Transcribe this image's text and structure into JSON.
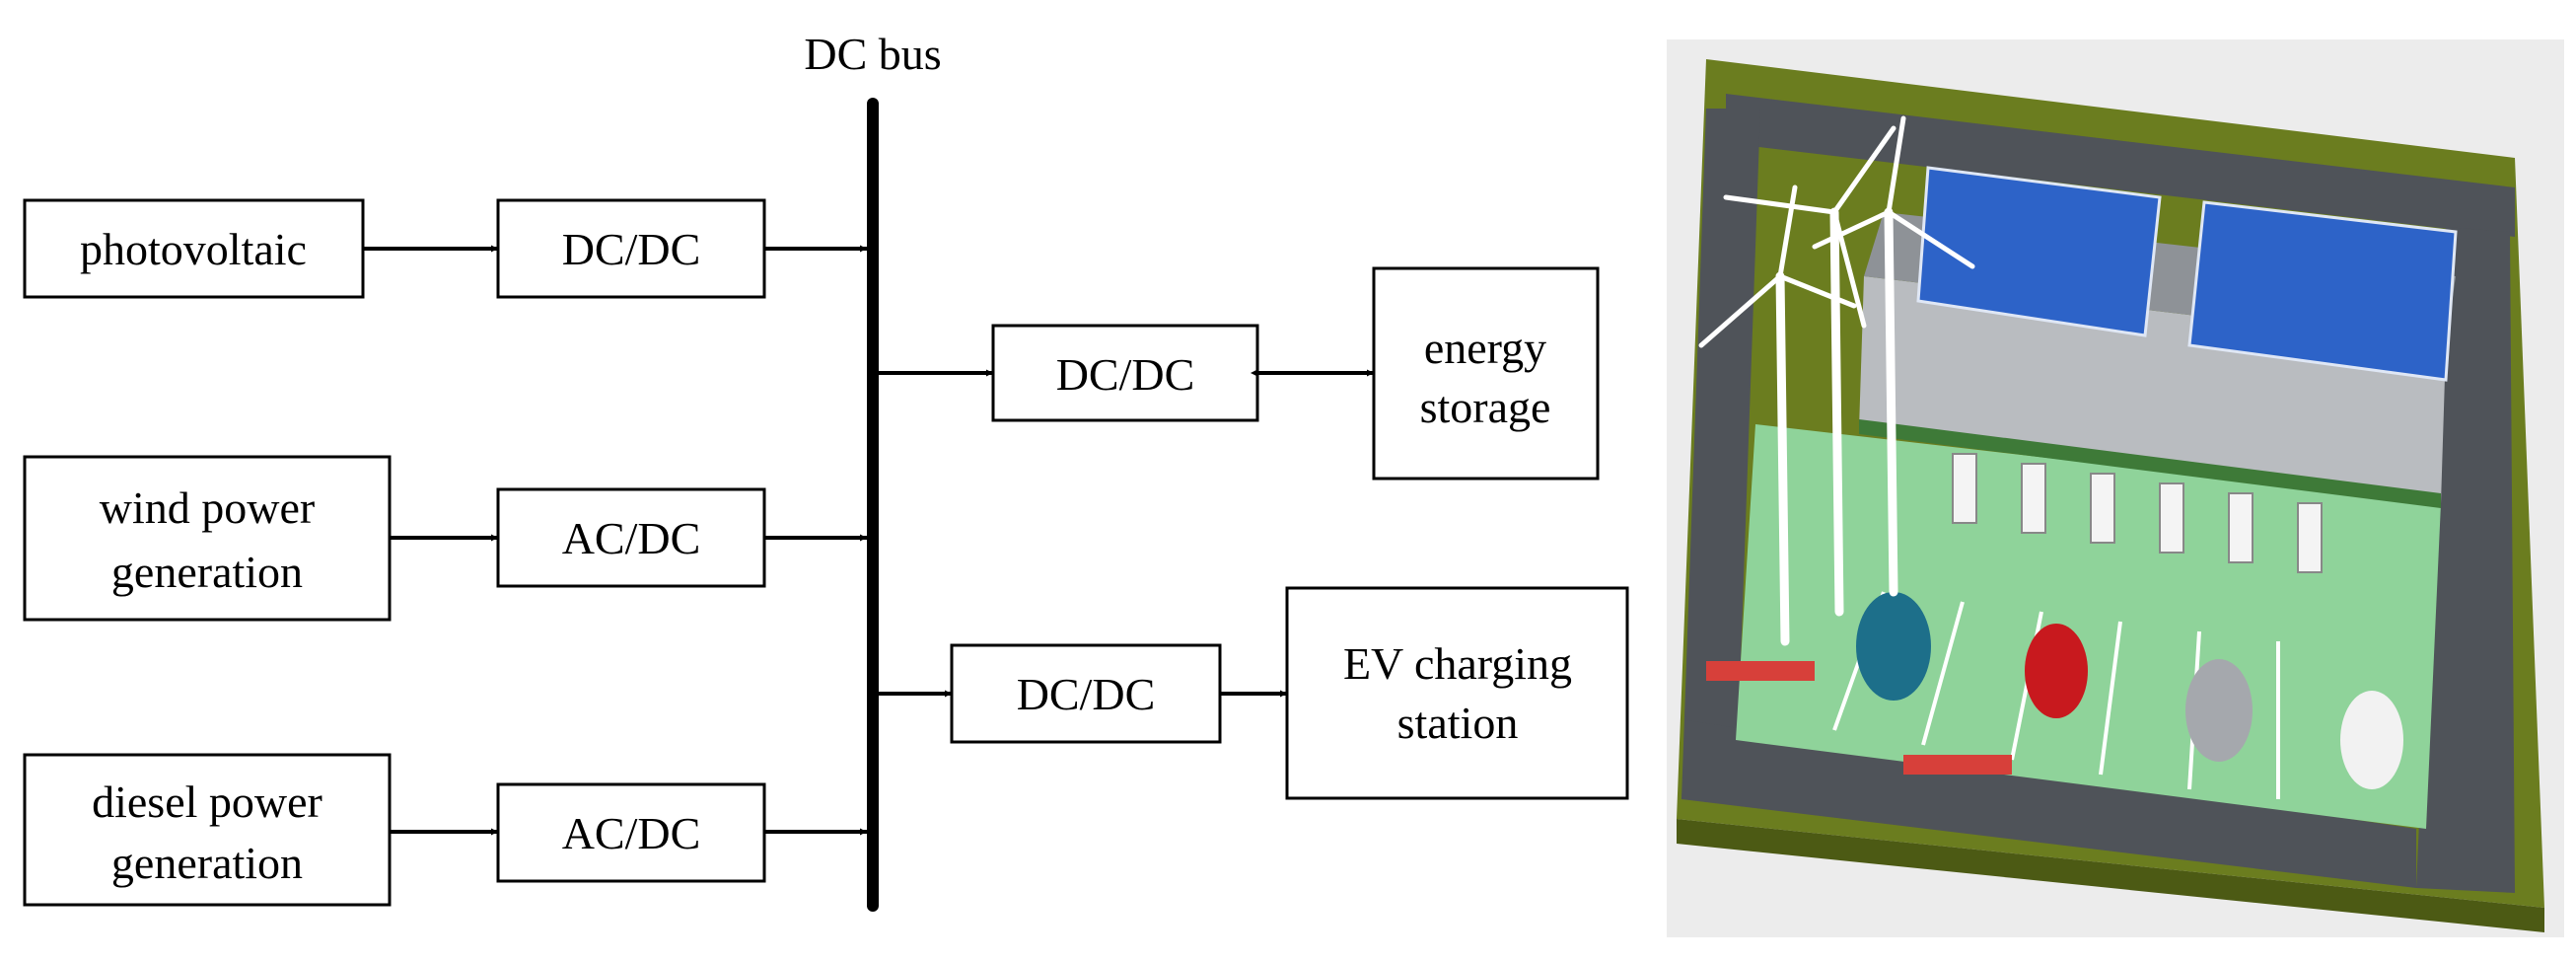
{
  "bus_label": "DC bus",
  "sources": [
    {
      "label_lines": [
        "photovoltaic"
      ],
      "converter": "DC/DC"
    },
    {
      "label_lines": [
        "wind power",
        "generation"
      ],
      "converter": "AC/DC"
    },
    {
      "label_lines": [
        "diesel power",
        "generation"
      ],
      "converter": "AC/DC"
    }
  ],
  "storage": {
    "converter": "DC/DC",
    "label_lines": [
      "energy",
      "storage"
    ]
  },
  "charging": {
    "converter": "DC/DC",
    "label_lines": [
      "EV charging",
      "station"
    ]
  },
  "colors": {
    "line": "#000000",
    "grass": "#6b7d1f",
    "road": "#4f5359",
    "lot": "#8fd39a",
    "panel": "#2d63c8"
  }
}
